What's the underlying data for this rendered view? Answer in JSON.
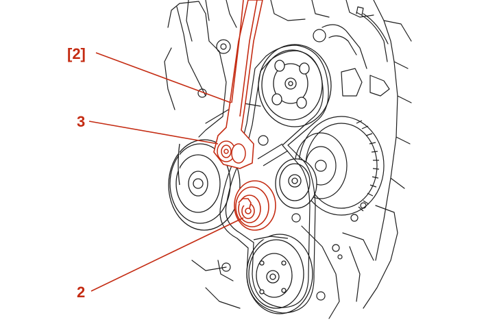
{
  "colors": {
    "callout": "#c42b12",
    "line_art": "#1c1c1c",
    "background": "#ffffff"
  },
  "callouts": [
    {
      "id": "bracket-2",
      "text": "[2]"
    },
    {
      "id": "label-3",
      "text": "3"
    },
    {
      "id": "label-2",
      "text": "2"
    }
  ]
}
